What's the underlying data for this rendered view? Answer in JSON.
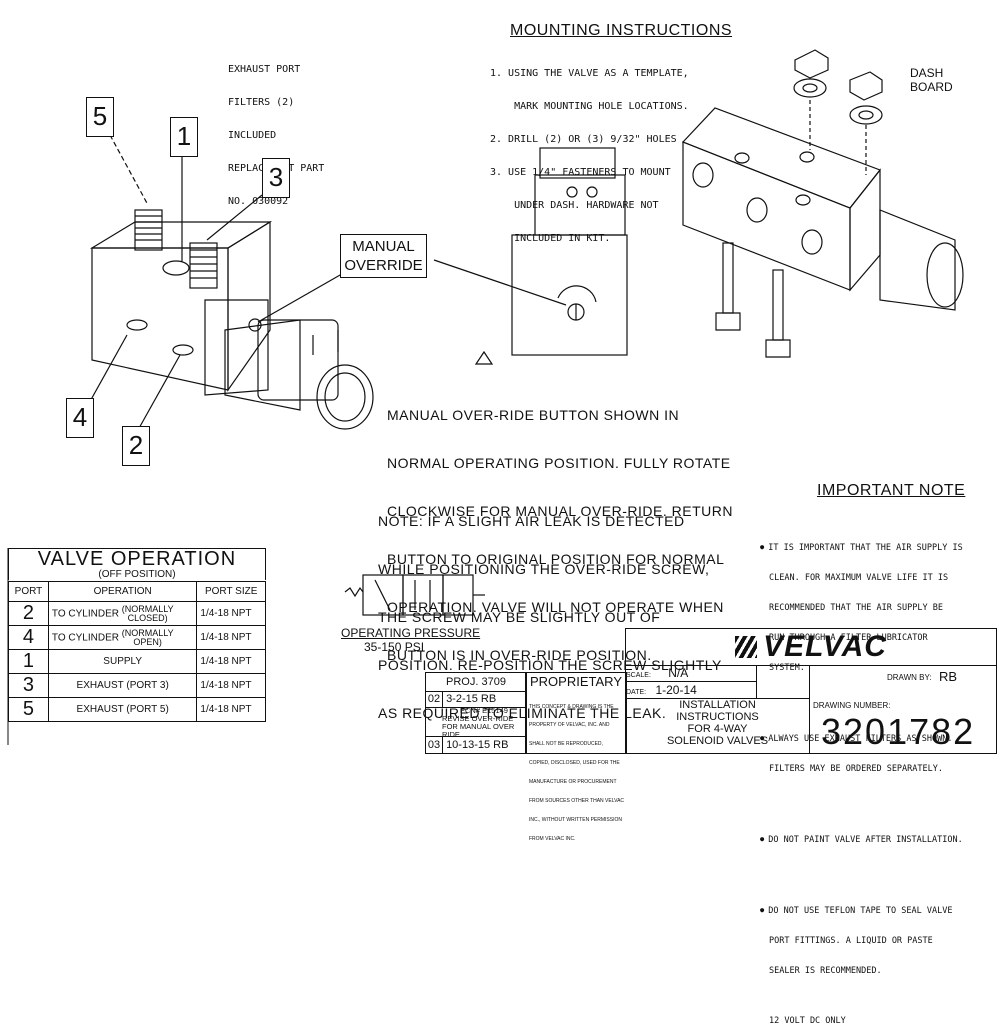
{
  "mounting": {
    "title": "MOUNTING INSTRUCTIONS",
    "steps": [
      "1. USING THE VALVE AS A TEMPLATE,",
      "    MARK MOUNTING HOLE LOCATIONS.",
      "2. DRILL (2) OR (3) 9/32\" HOLES",
      "3. USE 1/4\" FASTENERS TO MOUNT",
      "    UNDER DASH. HARDWARE NOT",
      "    INCLUDED IN KIT."
    ]
  },
  "exhaust_note": [
    "EXHAUST PORT",
    "FILTERS (2)",
    "INCLUDED",
    "REPLACEMENT PART",
    "NO. 030092"
  ],
  "dash_board": [
    "DASH",
    "BOARD"
  ],
  "callouts": {
    "c5": "5",
    "c1": "1",
    "c3": "3",
    "c4": "4",
    "c2": "2"
  },
  "manual_override_label": [
    "MANUAL",
    "OVERRIDE"
  ],
  "override_text": [
    "MANUAL OVER-RIDE BUTTON SHOWN IN",
    "NORMAL OPERATING POSITION. FULLY ROTATE",
    "CLOCKWISE FOR MANUAL OVER-RIDE. RETURN",
    "BUTTON TO ORIGINAL POSITION FOR NORMAL",
    "OPERATION. VALVE WILL NOT OPERATE WHEN",
    "BUTTON IS IN OVER-RIDE POSITION."
  ],
  "note_text": [
    "NOTE: IF A SLIGHT AIR LEAK IS DETECTED",
    "WHILE POSITIONING THE OVER-RIDE SCREW,",
    "THE SCREW MAY BE SLIGHTLY OUT OF",
    "POSITION. RE-POSITION THE SCREW SLIGHTLY",
    "AS REQUIRED TO ELIMINATE THE LEAK."
  ],
  "important": {
    "title": "IMPORTANT NOTE",
    "items": [
      [
        "IT IS IMPORTANT THAT THE AIR SUPPLY IS",
        "CLEAN. FOR MAXIMUM VALVE LIFE IT IS",
        "RECOMMENDED THAT THE AIR SUPPLY BE",
        "RUN THROUGH A FILTER LUBRICATOR",
        "SYSTEM."
      ],
      [
        "ALWAYS USE EXHAUST FILTERS AS SHOWN.",
        "FILTERS MAY BE ORDERED SEPARATELY."
      ],
      [
        "DO NOT PAINT VALVE AFTER INSTALLATION."
      ],
      [
        "DO NOT USE TEFLON TAPE TO SEAL VALVE",
        "PORT FITTINGS. A LIQUID OR PASTE",
        "SEALER IS RECOMMENDED."
      ]
    ],
    "voltage": "12 VOLT DC ONLY"
  },
  "valve_table": {
    "title": "VALVE OPERATION",
    "subtitle": "(OFF POSITION)",
    "headers": [
      "PORT",
      "OPERATION",
      "PORT SIZE"
    ],
    "rows": [
      {
        "port": "2",
        "op": "TO CYLINDER",
        "op_note": [
          "(NORMALLY",
          "CLOSED)"
        ],
        "size": "1/4-18 NPT"
      },
      {
        "port": "4",
        "op": "TO CYLINDER",
        "op_note": [
          "(NORMALLY",
          "OPEN)"
        ],
        "size": "1/4-18 NPT"
      },
      {
        "port": "1",
        "op": "SUPPLY",
        "op_note": [
          "",
          ""
        ],
        "size": "1/4-18 NPT"
      },
      {
        "port": "3",
        "op": "EXHAUST (PORT 3)",
        "op_note": [
          "",
          ""
        ],
        "size": "1/4-18 NPT"
      },
      {
        "port": "5",
        "op": "EXHAUST (PORT 5)",
        "op_note": [
          "",
          ""
        ],
        "size": "1/4-18 NPT"
      }
    ]
  },
  "pressure": {
    "label": "OPERATING PRESSURE",
    "value": "35-150 PSI"
  },
  "revisions": {
    "proj": "PROJ. 3709",
    "r02_num": "02",
    "r02_date": "3-2-15",
    "r02_by": "RB",
    "ecn": "ECN# E15149",
    "r_desc": [
      "REVISE OVER-RIDE",
      "FOR MANUAL OVER RIDE"
    ],
    "r03_num": "03",
    "r03_date": "10-13-15",
    "r03_by": "RB"
  },
  "proprietary": {
    "title": "PROPRIETARY",
    "text": [
      "THIS CONCEPT & DRAWING IS THE",
      "PROPERTY OF VELVAC, INC. AND",
      "SHALL NOT BE REPRODUCED,",
      "COPIED, DISCLOSED, USED FOR THE",
      "MANUFACTURE OR PROCUREMENT",
      "FROM SOURCES OTHER THAN VELVAC",
      "INC., WITHOUT WRITTEN PERMISSION",
      "FROM VELVAC INC."
    ]
  },
  "title_block": {
    "brand": "VELVAC",
    "scale_label": "SCALE:",
    "scale": "N/A",
    "date_label": "DATE:",
    "date": "1-20-14",
    "drawn_by_label": "DRAWN BY:",
    "drawn_by": "RB",
    "description": [
      "INSTALLATION",
      "INSTRUCTIONS",
      "FOR 4-WAY",
      "SOLENOID VALVES"
    ],
    "drawing_number_label": "DRAWING NUMBER:",
    "drawing_number": "3201782"
  }
}
